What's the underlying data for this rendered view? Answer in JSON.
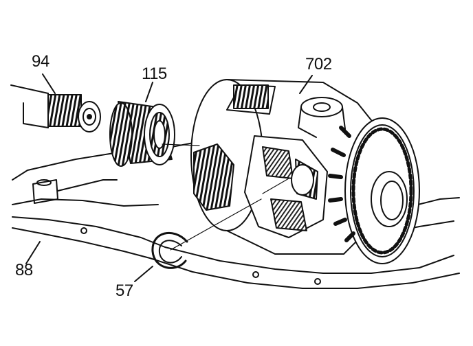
{
  "callouts": {
    "part_94": "94",
    "part_115": "115",
    "part_702": "702",
    "part_88": "88",
    "part_57": "57"
  },
  "colors": {
    "ink": "#111111",
    "paper": "#ffffff"
  }
}
